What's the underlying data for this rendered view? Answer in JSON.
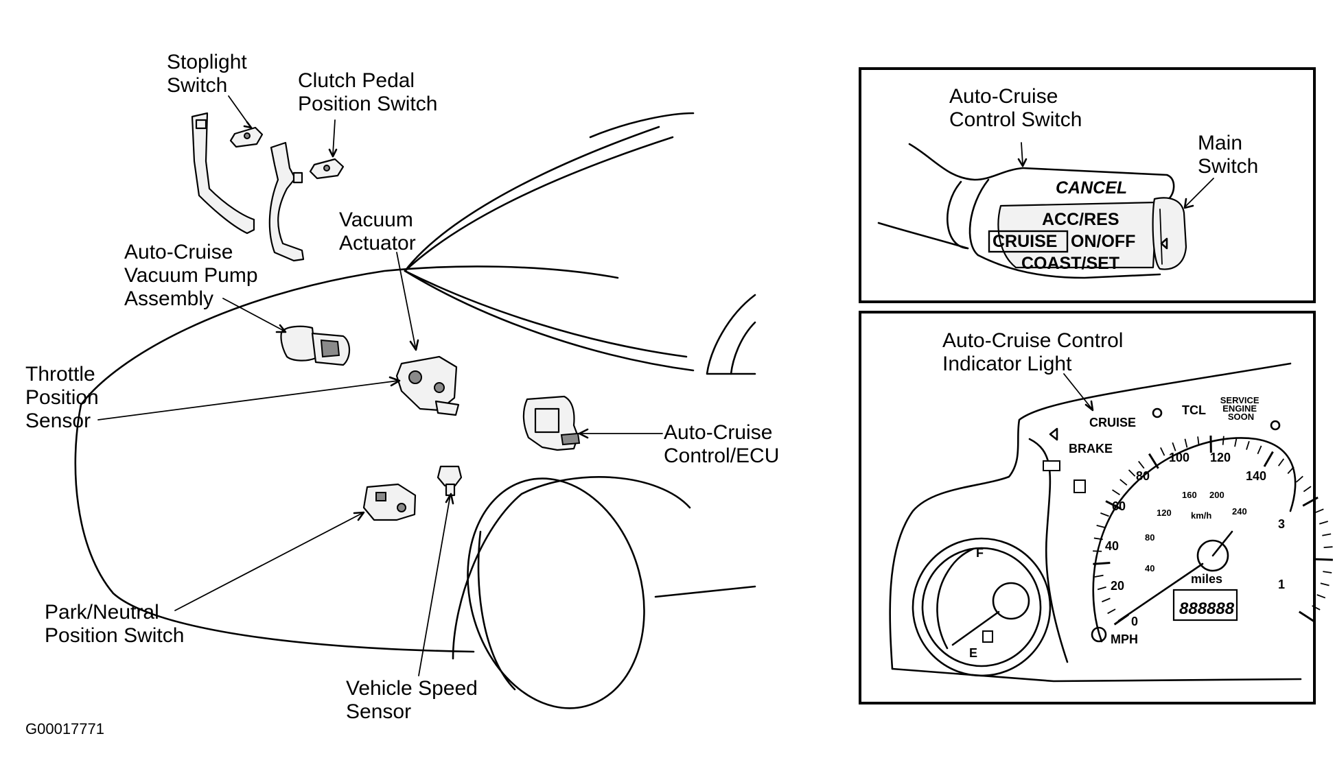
{
  "labels": {
    "stoplight_switch": [
      "Stoplight",
      "Switch"
    ],
    "clutch_pedal_position_switch": [
      "Clutch Pedal",
      "Position Switch"
    ],
    "vacuum_actuator": [
      "Vacuum",
      "Actuator"
    ],
    "vacuum_pump_assembly": [
      "Auto-Cruise",
      "Vacuum Pump",
      "Assembly"
    ],
    "throttle_position_sensor": [
      "Throttle",
      "Position",
      "Sensor"
    ],
    "control_ecu": [
      "Auto-Cruise",
      "Control/ECU"
    ],
    "park_neutral_position_switch": [
      "Park/Neutral",
      "Position Switch"
    ],
    "vehicle_speed_sensor": [
      "Vehicle Speed",
      "Sensor"
    ],
    "control_switch": [
      "Auto-Cruise",
      "Control Switch"
    ],
    "main_switch": [
      "Main",
      "Switch"
    ],
    "indicator_light": [
      "Auto-Cruise Control",
      "Indicator Light"
    ]
  },
  "switch_panel": {
    "cancel": "CANCEL",
    "acc_res": "ACC/RES",
    "cruise": "CRUISE",
    "on_off": "ON/OFF",
    "coast_set": "COAST/SET"
  },
  "cluster": {
    "cruise": "CRUISE",
    "tcl": "TCL",
    "service": [
      "SERVICE",
      "ENGINE",
      "SOON"
    ],
    "brake": "BRAKE",
    "mph": "MPH",
    "kmh": "km/h",
    "miles": "miles",
    "odometer": "888888",
    "fuel_full": "F",
    "fuel_empty": "E",
    "mph_ticks": [
      "0",
      "20",
      "40",
      "60",
      "80",
      "100",
      "120",
      "140"
    ],
    "kmh_ticks": [
      "40",
      "80",
      "120",
      "160",
      "200",
      "240"
    ],
    "tach_ticks": [
      "1",
      "3"
    ]
  },
  "figure_code": "G00017771"
}
